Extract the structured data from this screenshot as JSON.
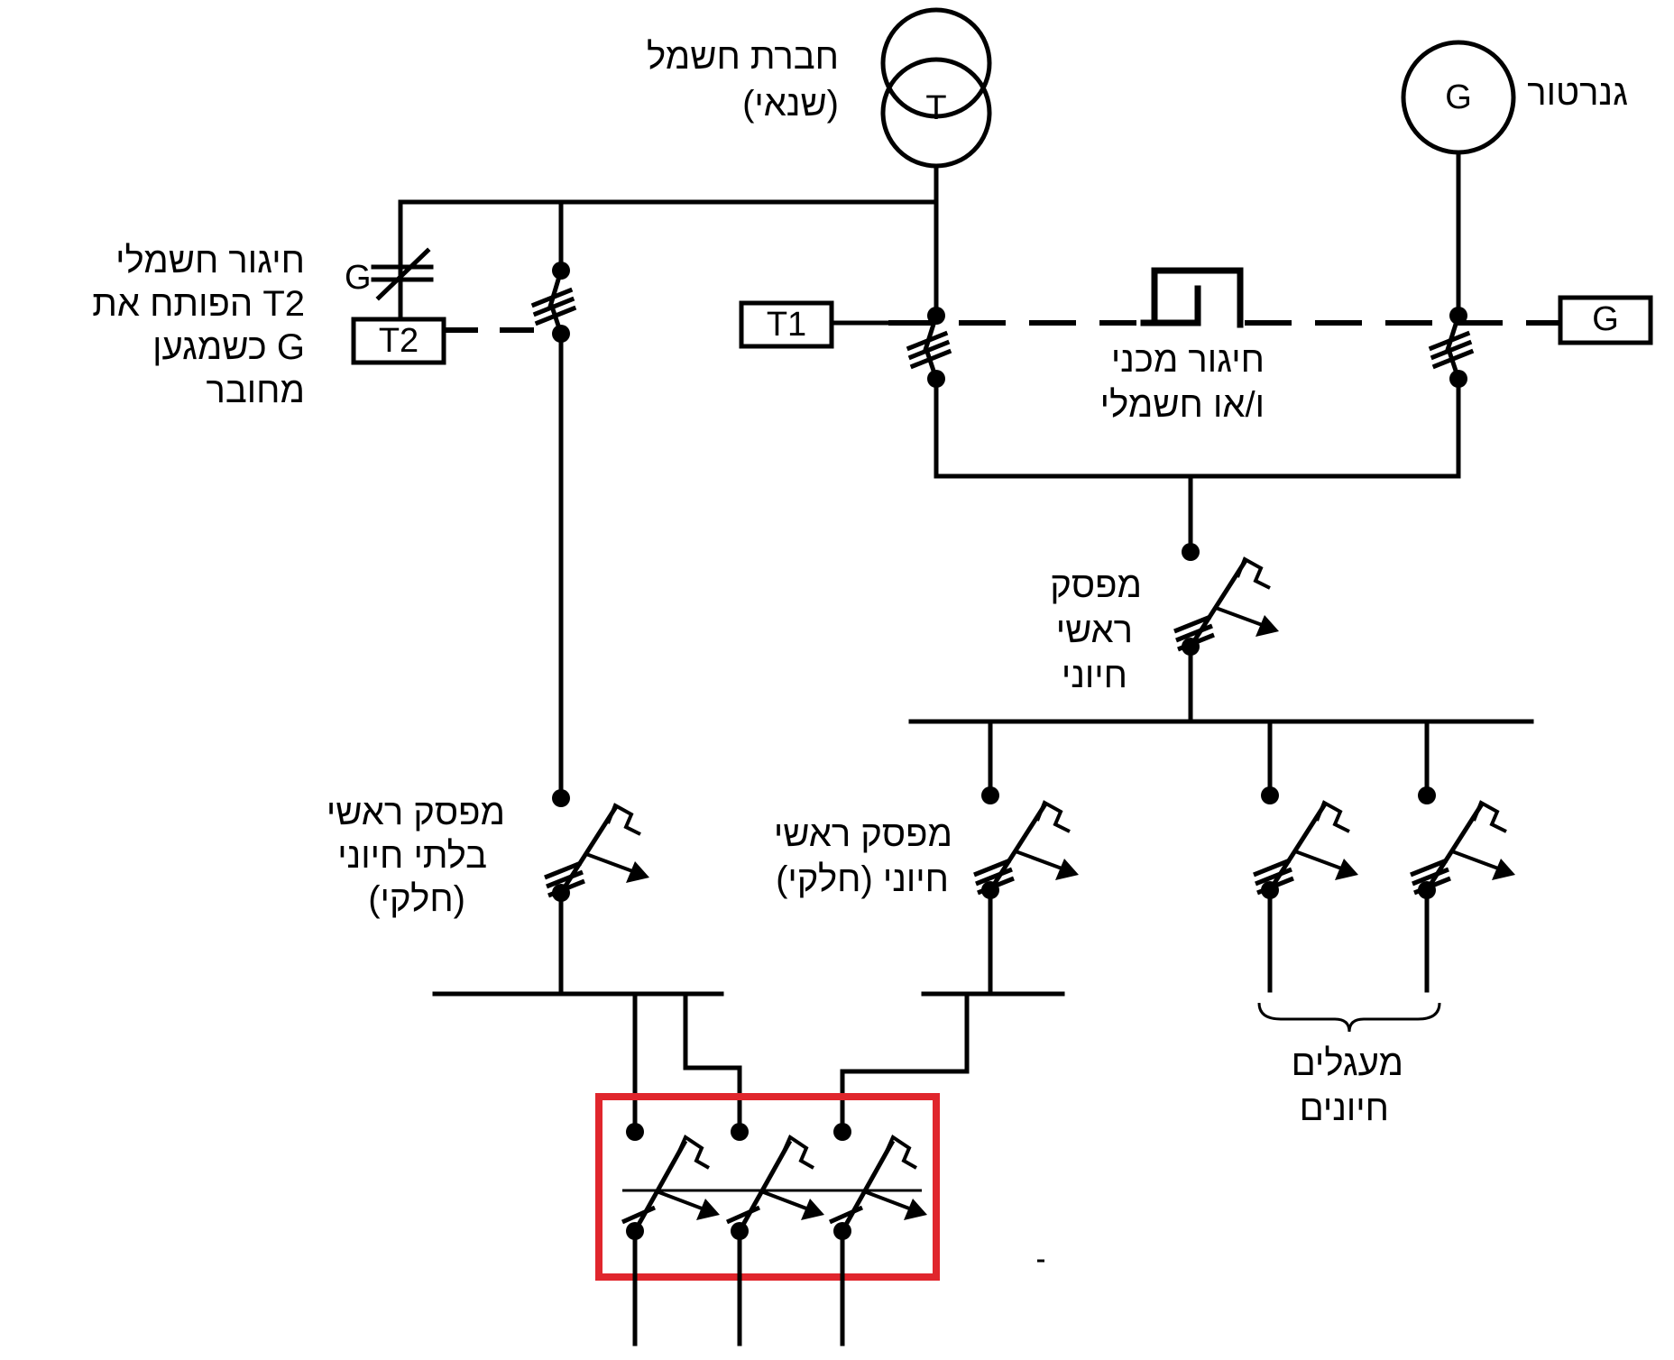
{
  "labels": {
    "utility": [
      "חברת חשמל",
      "(שנאי)"
    ],
    "generator": "גנרטור",
    "electrical_interlock": [
      "חיגור חשמלי",
      "הפותח את T2",
      "כשמגען G",
      "מחובר"
    ],
    "mech_interlock": [
      "חיגור מכני",
      "ו/או חשמלי"
    ],
    "main_essential_breaker": [
      "מפסק",
      "ראשי",
      "חיוני"
    ],
    "main_nonessential_breaker": [
      "מפסק ראשי",
      "בלתי חיוני",
      "(חלקי)"
    ],
    "main_essential_partial_breaker": [
      "מפסק ראשי",
      "חיוני (חלקי)"
    ],
    "essential_circuits": [
      "מעגלים",
      "חיונים"
    ]
  },
  "symbols": {
    "transformer": "T",
    "generator": "G",
    "contactor_t1": "T1",
    "contactor_t2": "T2",
    "contactor_g": "G",
    "interlock_g": "G"
  },
  "colors": {
    "line": "#000000",
    "highlight": "#e0262d"
  }
}
